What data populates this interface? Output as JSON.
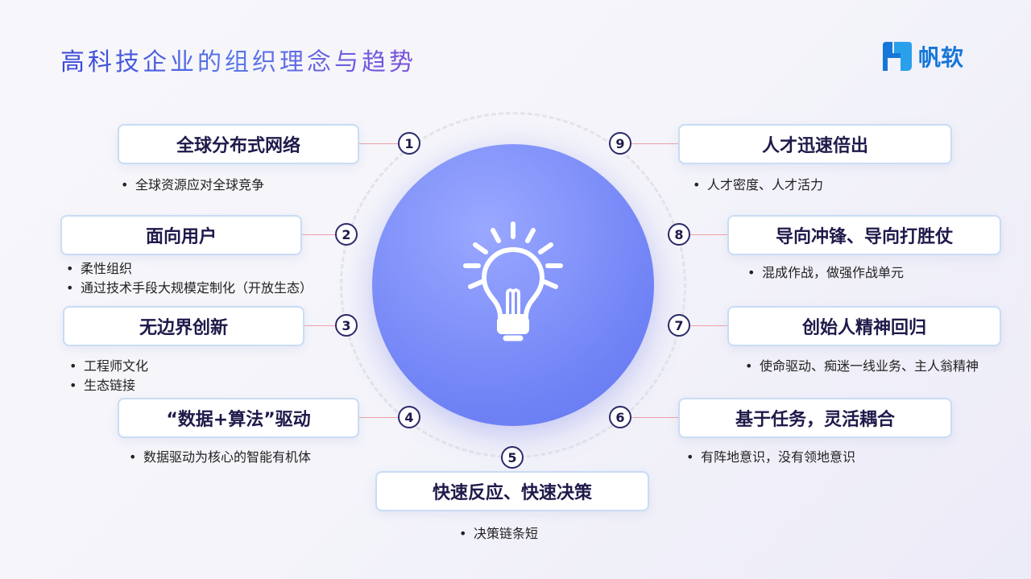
{
  "title": "高科技企业的组织理念与趋势",
  "logo": {
    "text": "帆软"
  },
  "items": [
    {
      "num": "1",
      "label": "全球分布式网络",
      "bullets": [
        "全球资源应对全球竞争"
      ]
    },
    {
      "num": "2",
      "label": "面向用户",
      "bullets": [
        "柔性组织",
        "通过技术手段大规模定制化（开放生态）"
      ]
    },
    {
      "num": "3",
      "label": "无边界创新",
      "bullets": [
        "工程师文化",
        "生态链接"
      ]
    },
    {
      "num": "4",
      "label": "“数据+算法”驱动",
      "bullets": [
        "数据驱动为核心的智能有机体"
      ]
    },
    {
      "num": "5",
      "label": "快速反应、快速决策",
      "bullets": [
        "决策链条短"
      ]
    },
    {
      "num": "6",
      "label": "基于任务，灵活耦合",
      "bullets": [
        "有阵地意识，没有领地意识"
      ]
    },
    {
      "num": "7",
      "label": "创始人精神回归",
      "bullets": [
        "使命驱动、痴迷一线业务、主人翁精神"
      ]
    },
    {
      "num": "8",
      "label": "导向冲锋、导向打胜仗",
      "bullets": [
        "混成作战，做强作战单元"
      ]
    },
    {
      "num": "9",
      "label": "人才迅速倍出",
      "bullets": [
        "人才密度、人才活力"
      ]
    }
  ]
}
